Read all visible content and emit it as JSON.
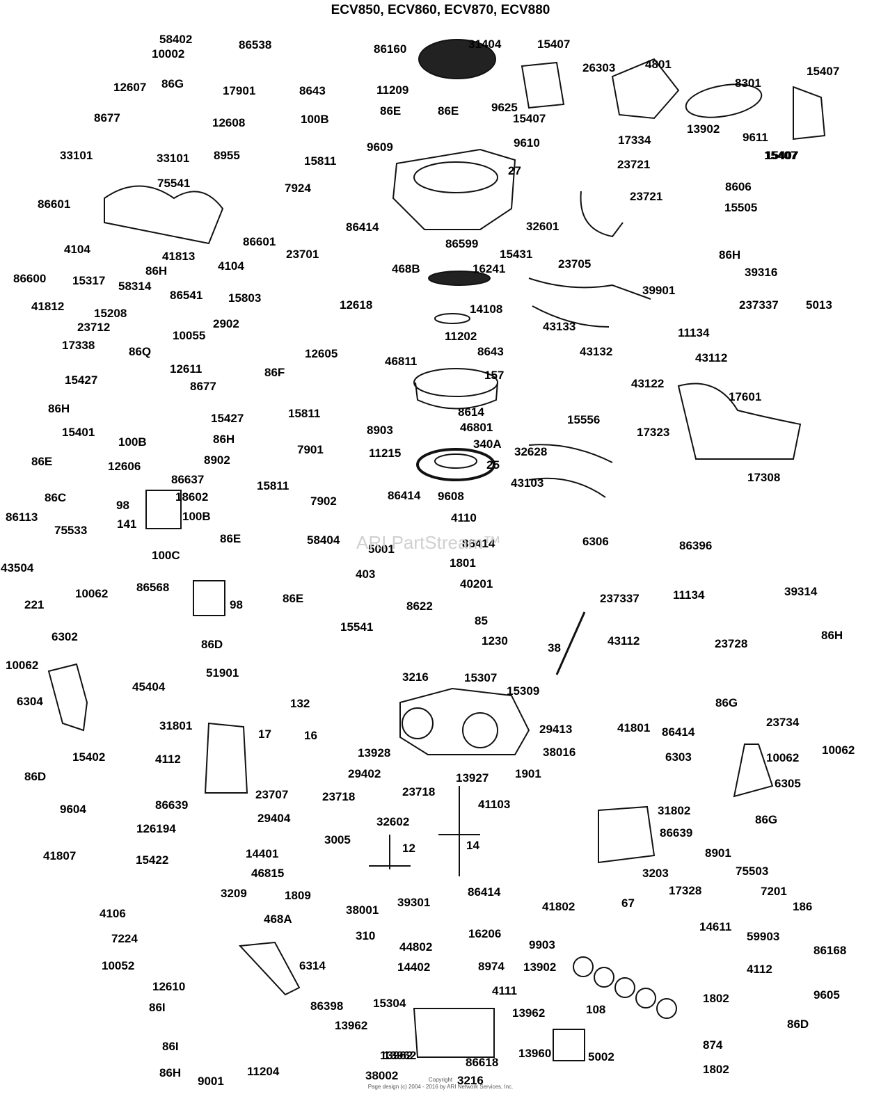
{
  "title": "ECV850, ECV860, ECV870, ECV880",
  "watermark": "ARI PartStream™",
  "copyright_line1": "Copyright",
  "copyright_line2": "Page design (c) 2004 - 2016 by ARI Network Services, Inc.",
  "parts": [
    "58402",
    "86538",
    "10002",
    "86160",
    "31404",
    "15407",
    "12607",
    "86G",
    "17901",
    "8643",
    "11209",
    "26303",
    "4801",
    "15407",
    "8677",
    "12608",
    "100B",
    "86E",
    "86E",
    "9625",
    "8301",
    "15407",
    "9609",
    "9610",
    "15407",
    "17334",
    "13902",
    "9611",
    "15407",
    "33101",
    "33101",
    "8955",
    "15811",
    "7924",
    "75541",
    "27",
    "23721",
    "8606",
    "86601",
    "86601",
    "23721",
    "15505",
    "86414",
    "32601",
    "4104",
    "41813",
    "23701",
    "86599",
    "15431",
    "23705",
    "86H",
    "86H",
    "4104",
    "39316",
    "86600",
    "15317",
    "58314",
    "86541",
    "15803",
    "468B",
    "16241",
    "39901",
    "41812",
    "237337",
    "5013",
    "15208",
    "2902",
    "12618",
    "14108",
    "23712",
    "43133",
    "11134",
    "17338",
    "10055",
    "11202",
    "43132",
    "43112",
    "86Q",
    "12605",
    "8643",
    "46811",
    "86F",
    "157",
    "43122",
    "17601",
    "12611",
    "15427",
    "8677",
    "15427",
    "86H",
    "15556",
    "17323",
    "15401",
    "86H",
    "100B",
    "15811",
    "8903",
    "8614",
    "46801",
    "7901",
    "11215",
    "340A",
    "32628",
    "86E",
    "12606",
    "8902",
    "25",
    "17308",
    "86637",
    "15811",
    "86C",
    "43103",
    "18602",
    "98",
    "86414",
    "9608",
    "7902",
    "86113",
    "100B",
    "4110",
    "75533",
    "141",
    "100C",
    "86E",
    "58404",
    "6306",
    "86396",
    "43504",
    "5001",
    "86414",
    "1801",
    "403",
    "40201",
    "86568",
    "10062",
    "221",
    "98",
    "86E",
    "237337",
    "11134",
    "39314",
    "8622",
    "85",
    "15541",
    "6302",
    "1230",
    "43112",
    "23728",
    "86H",
    "86D",
    "38",
    "10062",
    "45404",
    "51901",
    "3216",
    "15307",
    "15309",
    "6304",
    "132",
    "29413",
    "86G",
    "41801",
    "86414",
    "23734",
    "31801",
    "17",
    "16",
    "10062",
    "10062",
    "15402",
    "13928",
    "38016",
    "4112",
    "86D",
    "6303",
    "6305",
    "29402",
    "1901",
    "13927",
    "23718",
    "9604",
    "86639",
    "23707",
    "23718",
    "41103",
    "29404",
    "31802",
    "32602",
    "86G",
    "126194",
    "3005",
    "86639",
    "41807",
    "15422",
    "12",
    "14",
    "14401",
    "8901",
    "3203",
    "46815",
    "75503",
    "17328",
    "3209",
    "1809",
    "86414",
    "7201",
    "186",
    "38001",
    "39301",
    "67",
    "41802",
    "14611",
    "4106",
    "468A",
    "310",
    "16206",
    "59903",
    "7224",
    "9903",
    "44802",
    "86168",
    "14402",
    "8974",
    "13902",
    "10052",
    "6314",
    "4112",
    "12610",
    "4111",
    "108",
    "1802",
    "9605",
    "15304",
    "86398",
    "86I",
    "13962",
    "86D",
    "13962",
    "13962",
    "86I",
    "874",
    "13960",
    "5002",
    "13962",
    "86618",
    "86H",
    "11204",
    "9001",
    "38002",
    "3216",
    "1802"
  ]
}
